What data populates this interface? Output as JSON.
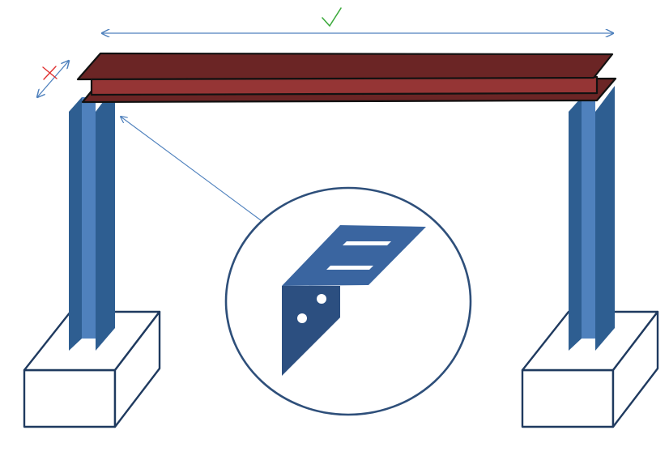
{
  "diagram": {
    "annotations": {
      "span_direction": {
        "symbol": "✓",
        "meaning": "allowed",
        "icon": "check-mark-icon"
      },
      "transverse_direction": {
        "symbol": "✗",
        "meaning": "restrained",
        "icon": "cross-mark-icon"
      }
    },
    "components": [
      {
        "id": "beam",
        "kind": "I-beam"
      },
      {
        "id": "left-column",
        "kind": "column"
      },
      {
        "id": "right-column",
        "kind": "column"
      },
      {
        "id": "left-footing",
        "kind": "concrete footing"
      },
      {
        "id": "right-footing",
        "kind": "concrete footing"
      },
      {
        "id": "detail-bracket",
        "kind": "angle bracket with slotted holes"
      }
    ],
    "colors": {
      "beam_top": "#6B2525",
      "beam_web": "#953535",
      "beam_outline": "#111111",
      "column_dark": "#2E5E91",
      "column_light": "#4F81BD",
      "footing_outline": "#1F3A5F",
      "arrow": "#4F81BD",
      "check": "#3DAA3D",
      "cross": "#E03030",
      "detail_circle": "#2E4F7A",
      "bracket_top": "#3A65A0",
      "bracket_side": "#2C4F80"
    }
  }
}
